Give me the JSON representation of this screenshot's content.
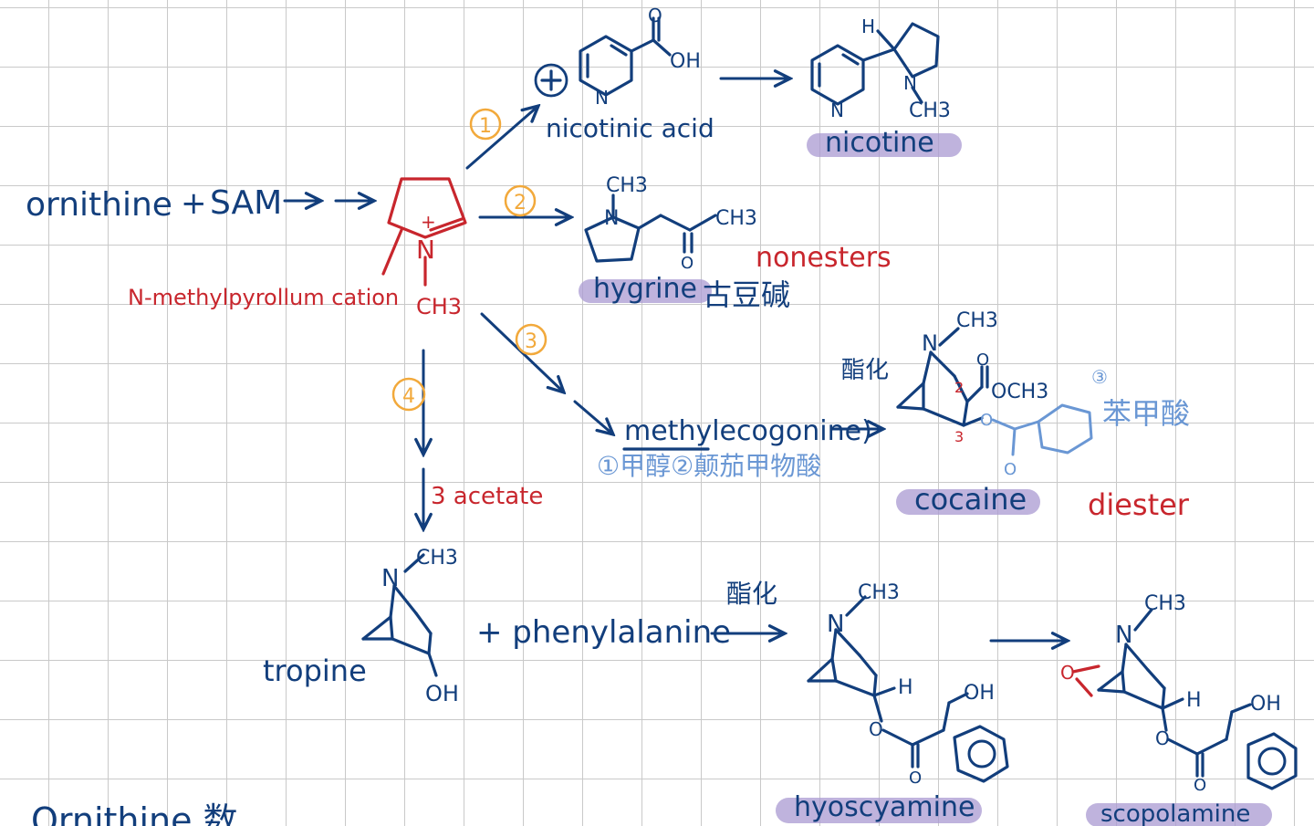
{
  "start": {
    "ornithine": "ornithine",
    "plus": "+",
    "sam": "SAM"
  },
  "cation": {
    "name": "N-methylpyrollum cation",
    "n_plus": "+",
    "n": "N",
    "ch3": "CH3"
  },
  "steps": [
    "1",
    "2",
    "3",
    "4"
  ],
  "nicotinic": {
    "name": "nicotinic acid",
    "oplus": "⊕",
    "n": "N",
    "oh": "OH",
    "o": "O"
  },
  "nicotine": {
    "name": "nicotine",
    "h": "H",
    "n_ring": "N",
    "n": "N",
    "ch3": "CH3"
  },
  "hygrine": {
    "name": "hygrine",
    "cn": "古豆碱",
    "note": "nonesters",
    "ch3_top": "CH3",
    "ch3_right": "CH3",
    "n": "N",
    "o": "O"
  },
  "methylecgonine": {
    "name": "methylecogonine)",
    "reagents": "①甲醇②颠茄甲物酸"
  },
  "esterify": {
    "top": "酯化"
  },
  "cocaine": {
    "name": "cocaine",
    "note": "diester",
    "ch3": "CH3",
    "n": "N",
    "och3": "OCH3",
    "o1": "O",
    "o2": "O",
    "o3": "O",
    "pos2": "2",
    "pos3": "3",
    "benzoic_num": "③",
    "benzoic": "苯甲酸"
  },
  "acetate": "3 acetate",
  "tropine": {
    "name": "tropine",
    "n": "N",
    "ch3": "CH3",
    "oh": "OH"
  },
  "phenylalanine": "+ phenylalanine",
  "hyoscyamine": {
    "name": "hyoscyamine",
    "n": "N",
    "ch3": "CH3",
    "h": "H",
    "oh": "OH",
    "o1": "O",
    "o2": "O"
  },
  "scopolamine": {
    "name": "scopolamine",
    "n": "N",
    "ch3": "CH3",
    "h": "H",
    "oh": "OH",
    "o1": "O",
    "o2": "O",
    "o_epox": "O"
  },
  "bottom_cut": "Ornithine 数 ..."
}
